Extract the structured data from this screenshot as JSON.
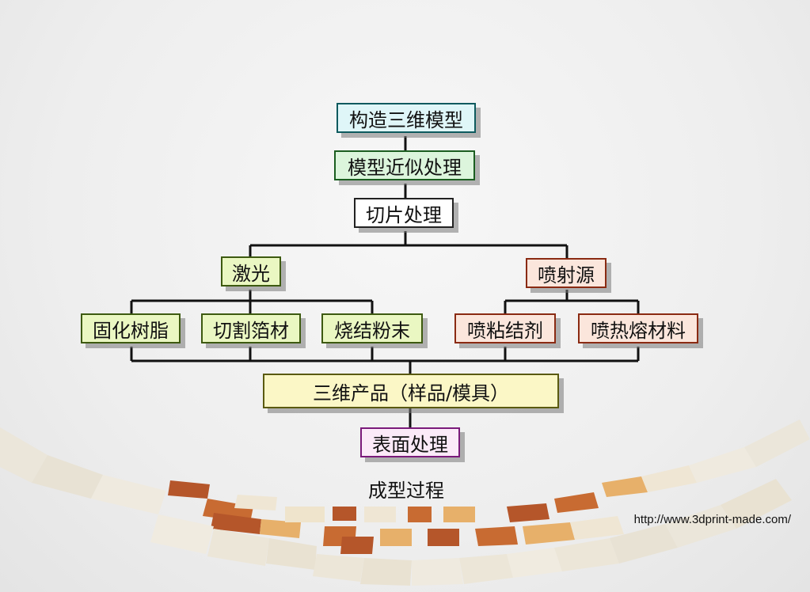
{
  "nodes": {
    "construct_model": "构造三维模型",
    "approx_model": "模型近似处理",
    "slicing": "切片处理",
    "laser": "激光",
    "nozzle": "喷射源",
    "cure_resin": "固化树脂",
    "cut_foil": "切割箔材",
    "sinter_powder": "烧结粉末",
    "spray_binder": "喷粘结剂",
    "spray_melt": "喷热熔材料",
    "product": "三维产品（样品/模具）",
    "surface": "表面处理"
  },
  "caption": "成型过程",
  "url": "http://www.3dprint-made.com/",
  "colors": {
    "teal_border": "#0d5a5e",
    "green_border": "#1b5e20",
    "lime_fill": "#eaf7c2",
    "salmon_fill": "#fbe6dc",
    "cream_fill": "#fbf7c6",
    "violet_border": "#7a1a7a"
  }
}
